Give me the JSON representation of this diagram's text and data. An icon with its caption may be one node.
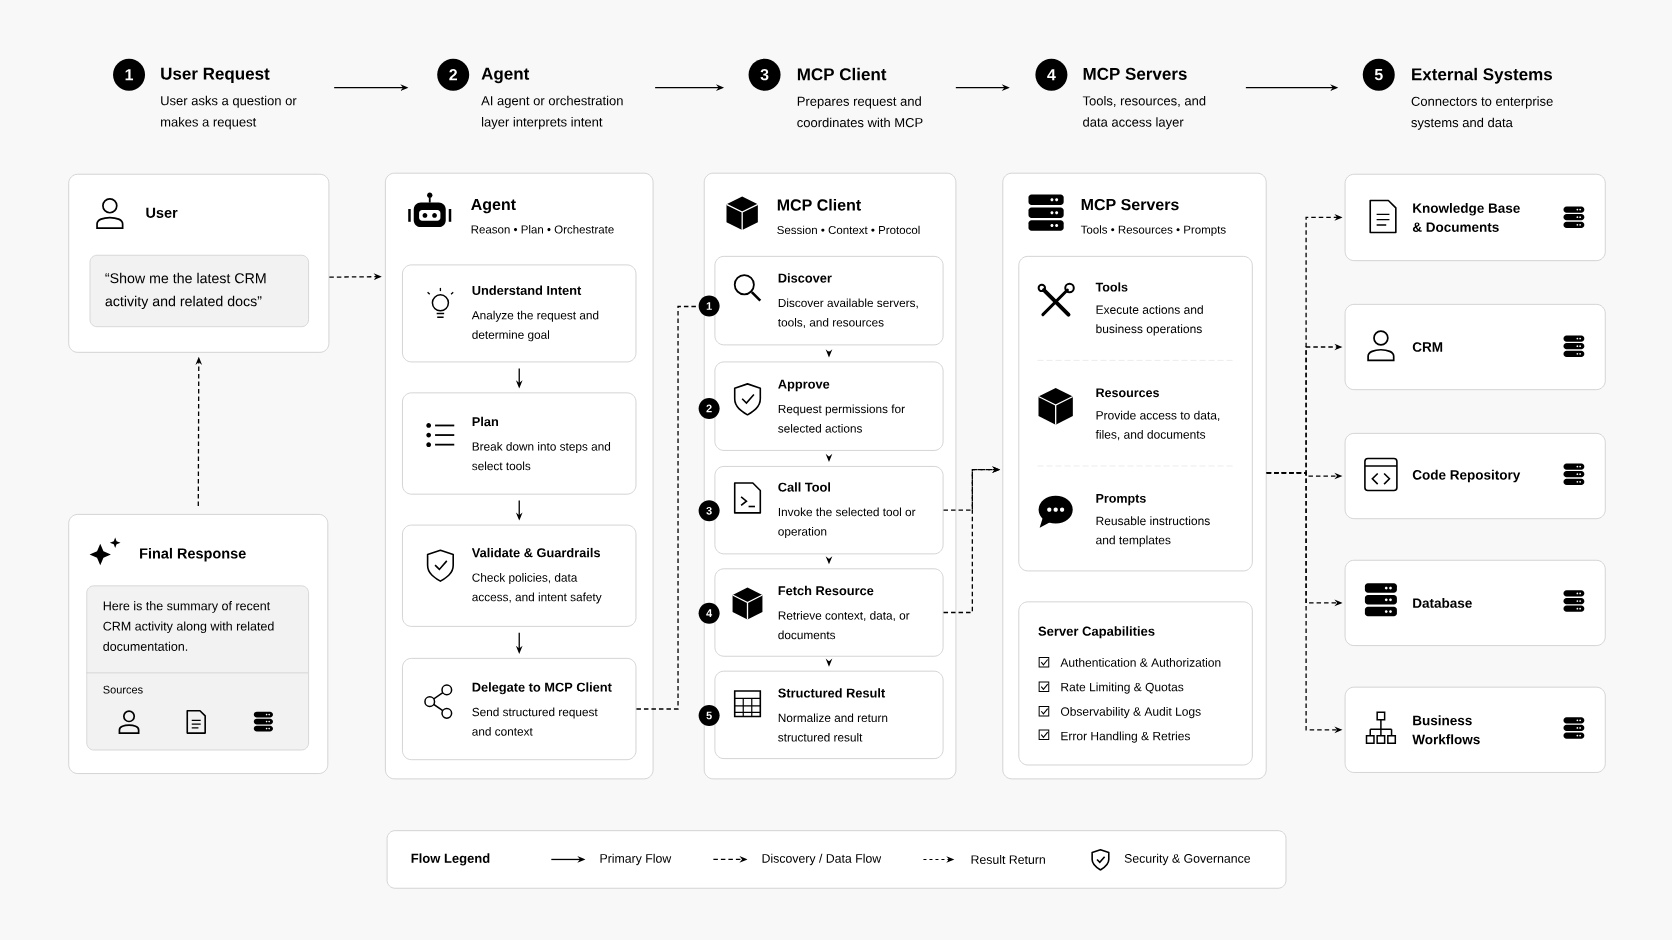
{
  "diagram": {
    "nodes": [
      {
        "text": [
          "User Request",
          "User asks a question or makes a request"
        ],
        "beside": [
          "1"
        ]
      },
      {
        "text": [
          "Agent",
          "AI agent or orchestration layer interprets intent"
        ],
        "beside": [
          "2"
        ]
      },
      {
        "text": [
          "MCP Client",
          "Prepares request and coordinates with MCP"
        ],
        "beside": [
          "3"
        ]
      },
      {
        "text": [
          "MCP Servers",
          "Tools, resources, and data access layer"
        ],
        "beside": [
          "4"
        ]
      },
      {
        "text": [
          "External Systems",
          "Connectors to enterprise systems and data"
        ],
        "beside": [
          "5"
        ]
      },
      {
        "text": [
          "User"
        ]
      },
      {
        "text": [
          "“Show me the latest CRM activity and related docs”"
        ],
        "in": 5
      },
      {
        "text": [
          "Final Response"
        ]
      },
      {
        "text": [
          "Here is the summary of recent CRM activity along with related documentation.",
          "Sources"
        ],
        "in": 7
      },
      {
        "text": [
          "Agent",
          "Reason • Plan • Orchestrate"
        ]
      },
      {
        "text": [
          "Understand Intent",
          "Analyze the request and determine goal"
        ],
        "in": 9
      },
      {
        "text": [
          "Plan",
          "Break down into steps and select tools"
        ],
        "in": 9
      },
      {
        "text": [
          "Validate & Guardrails",
          "Check policies, data access, and intent safety"
        ],
        "in": 9
      },
      {
        "text": [
          "Delegate to MCP Client",
          "Send structured request and context"
        ],
        "in": 9
      },
      {
        "text": [
          "MCP Client",
          "Session • Context • Protocol"
        ]
      },
      {
        "text": [
          "Discover",
          "Discover available servers, tools, and resources"
        ],
        "in": 14,
        "beside": [
          "1"
        ]
      },
      {
        "text": [
          "Approve",
          "Request permissions for selected actions"
        ],
        "in": 14,
        "beside": [
          "2"
        ]
      },
      {
        "text": [
          "Call Tool",
          "Invoke the selected tool or operation"
        ],
        "in": 14,
        "beside": [
          "3"
        ]
      },
      {
        "text": [
          "Fetch Resource",
          "Retrieve context, data, or documents"
        ],
        "in": 14,
        "beside": [
          "4"
        ]
      },
      {
        "text": [
          "Structured Result",
          "Normalize and return structured result"
        ],
        "in": 14,
        "beside": [
          "5"
        ]
      },
      {
        "text": [
          "MCP Servers",
          "Tools • Resources • Prompts"
        ]
      },
      {
        "text": [
          "Tools",
          "Execute actions and business operations",
          "Resources",
          "Provide access to data, files, and documents",
          "Prompts",
          "Reusable instructions and templates"
        ],
        "in": 20
      },
      {
        "text": [
          "Server Capabilities",
          "Authentication & Authorization",
          "Rate Limiting & Quotas",
          "Observability & Audit Logs",
          "Error Handling & Retries"
        ],
        "in": 20
      },
      {
        "text": [
          "Knowledge Base & Documents"
        ]
      },
      {
        "text": [
          "CRM"
        ]
      },
      {
        "text": [
          "Code Repository"
        ]
      },
      {
        "text": [
          "Database"
        ]
      },
      {
        "text": [
          "Business Workflows"
        ]
      }
    ],
    "edges": [
      {
        "from": 0,
        "to": 1,
        "arrow": "to"
      },
      {
        "from": 1,
        "to": 2,
        "arrow": "to"
      },
      {
        "from": 2,
        "to": 3,
        "arrow": "to"
      },
      {
        "from": 3,
        "to": 4,
        "arrow": "to"
      },
      {
        "from": 5,
        "to": 9,
        "arrow": "to",
        "style": "dashed"
      },
      {
        "from": 7,
        "to": 5,
        "arrow": "to",
        "style": "dashed"
      },
      {
        "from": 10,
        "to": 11,
        "arrow": "to"
      },
      {
        "from": 11,
        "to": 12,
        "arrow": "to"
      },
      {
        "from": 12,
        "to": 13,
        "arrow": "to"
      },
      {
        "from": 13,
        "to": 15,
        "arrow": "none",
        "style": "dashed"
      },
      {
        "from": 15,
        "to": 16,
        "arrow": "to"
      },
      {
        "from": 16,
        "to": 17,
        "arrow": "to"
      },
      {
        "from": 17,
        "to": 18,
        "arrow": "to"
      },
      {
        "from": 18,
        "to": 19,
        "arrow": "to"
      },
      {
        "from": 17,
        "to": 20,
        "arrow": "to",
        "style": "dashed"
      },
      {
        "from": 18,
        "to": 20,
        "arrow": "to",
        "style": "dashed"
      },
      {
        "from": 20,
        "to": 23,
        "arrow": "to",
        "style": "dashed"
      },
      {
        "from": 20,
        "to": 24,
        "arrow": "to",
        "style": "dashed"
      },
      {
        "from": 20,
        "to": 25,
        "arrow": "to",
        "style": "dashed"
      },
      {
        "from": 20,
        "to": 26,
        "arrow": "to",
        "style": "dashed"
      },
      {
        "from": 20,
        "to": 27,
        "arrow": "to",
        "style": "dashed"
      }
    ],
    "labels": [
      "Flow Legend"
    ],
    "legend": [
      {
        "text": "Primary Flow"
      },
      {
        "text": "Discovery / Data Flow"
      },
      {
        "text": "Result Return"
      },
      {
        "text": "Security & Governance"
      }
    ]
  }
}
